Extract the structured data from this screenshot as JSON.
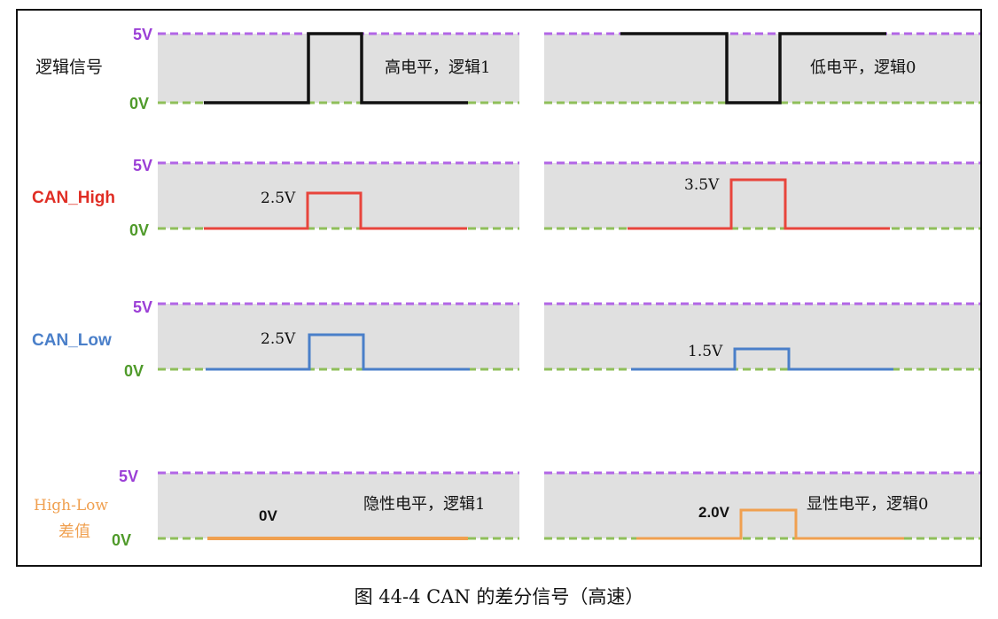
{
  "caption": "图 44-4 CAN 的差分信号（高速）",
  "colors": {
    "logic": "#111111",
    "can_high": "#e8453c",
    "can_low": "#4a7fc9",
    "diff": "#f0a050",
    "rail_5v": "#b266e6",
    "rail_0v": "#8fbf5a",
    "band": "#e0e0e0",
    "label_5v": "#9b3fd6",
    "label_0v": "#4f9a2a"
  },
  "voltage_labels": {
    "top": "5V",
    "bottom": "0V"
  },
  "rows": [
    {
      "id": "logic",
      "label": "逻辑信号",
      "left_panel": {
        "level": "1",
        "text": "高电平，逻辑1",
        "value_label": ""
      },
      "right_panel": {
        "level": "0",
        "text": "低电平，逻辑0",
        "value_label": ""
      }
    },
    {
      "id": "can-high",
      "label": "CAN_High",
      "left_panel": {
        "level": "2.5",
        "text": "",
        "value_label": "2.5V"
      },
      "right_panel": {
        "level": "3.5",
        "text": "",
        "value_label": "3.5V"
      }
    },
    {
      "id": "can-low",
      "label": "CAN_Low",
      "left_panel": {
        "level": "2.5",
        "text": "",
        "value_label": "2.5V"
      },
      "right_panel": {
        "level": "1.5",
        "text": "",
        "value_label": "1.5V"
      }
    },
    {
      "id": "diff",
      "label_line1": "High-Low",
      "label_line2": "差值",
      "left_panel": {
        "level": "0",
        "text": "隐性电平，逻辑1",
        "value_label": "0V"
      },
      "right_panel": {
        "level": "2.0",
        "text": "显性电平，逻辑0",
        "value_label": "2.0V"
      }
    }
  ]
}
